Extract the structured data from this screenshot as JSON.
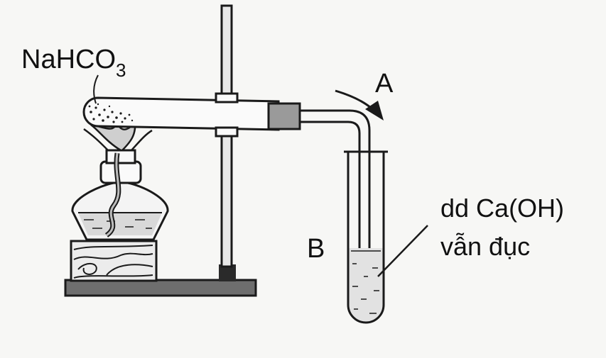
{
  "labels": {
    "reagent_main": "NaHCO",
    "reagent_sub": "3",
    "point_a": "A",
    "point_b": "B",
    "solution_line1": "dd Ca(OH)",
    "solution_line2": "vẫn đục"
  },
  "colors": {
    "ink": "#1a1a1a",
    "liquid": "#d9d9d9",
    "stopper": "#9a9a9a",
    "background": "#f7f7f5"
  }
}
